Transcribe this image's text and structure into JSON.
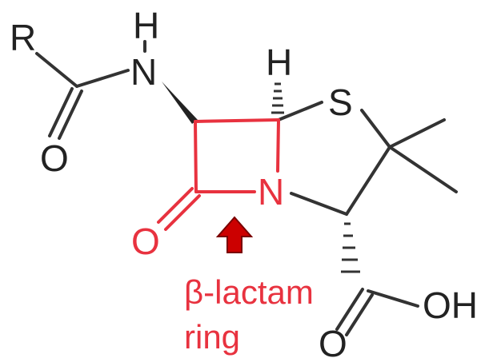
{
  "atoms": {
    "r": "R",
    "h_amide": "H",
    "n_amide": "N",
    "o_amide": "O",
    "h_bridge": "H",
    "s": "S",
    "n_ring": "N",
    "o_lactam": "O",
    "o_carboxyl_dbl": "O",
    "oh": "OH"
  },
  "annotation": {
    "line1": "β-lactam",
    "line2": "ring"
  },
  "colors": {
    "ring_highlight": "#e8323f",
    "arrow": "#cc0000",
    "bonds": "#333333"
  },
  "icons": {
    "arrow": "up-arrow-icon"
  }
}
